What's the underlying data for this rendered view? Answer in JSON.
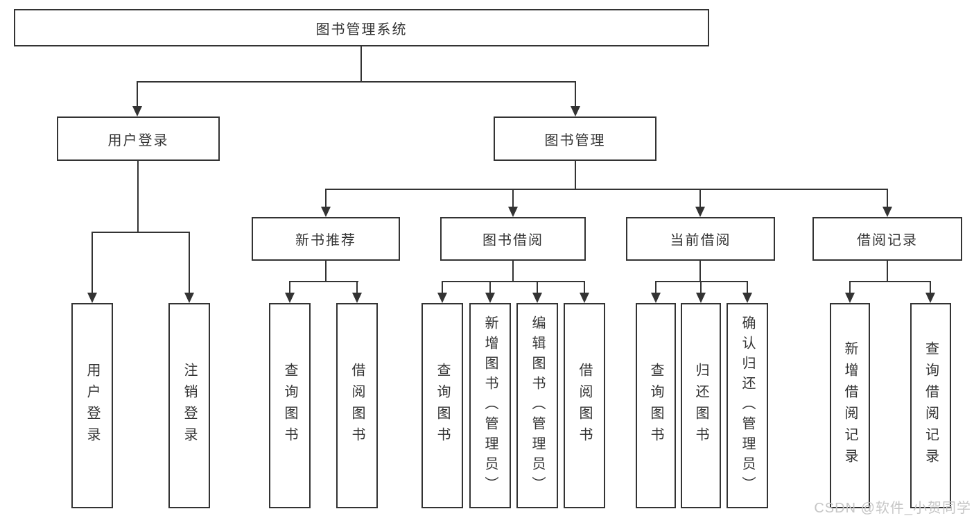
{
  "colors": {
    "line": "#333333",
    "text": "#333333",
    "box_background": "#ffffff",
    "watermark": "#c6c6c6"
  },
  "watermark": {
    "text": "CSDN @软件_小贺同学"
  },
  "tree": {
    "root": {
      "label": "图书管理系统"
    },
    "branches": [
      {
        "label": "用户登录",
        "children": [
          {
            "label": "用户登录"
          },
          {
            "label": "注销登录"
          }
        ]
      },
      {
        "label": "图书管理",
        "children": [
          {
            "label": "新书推荐",
            "children": [
              {
                "label": "查询图书"
              },
              {
                "label": "借阅图书"
              }
            ]
          },
          {
            "label": "图书借阅",
            "children": [
              {
                "label": "查询图书"
              },
              {
                "label": "新增图书（管理员）"
              },
              {
                "label": "编辑图书（管理员）"
              },
              {
                "label": "借阅图书"
              }
            ]
          },
          {
            "label": "当前借阅",
            "children": [
              {
                "label": "查询图书"
              },
              {
                "label": "归还图书"
              },
              {
                "label": "确认归还（管理员）"
              }
            ]
          },
          {
            "label": "借阅记录",
            "children": [
              {
                "label": "新增借阅记录"
              },
              {
                "label": "查询借阅记录"
              }
            ]
          }
        ]
      }
    ]
  }
}
